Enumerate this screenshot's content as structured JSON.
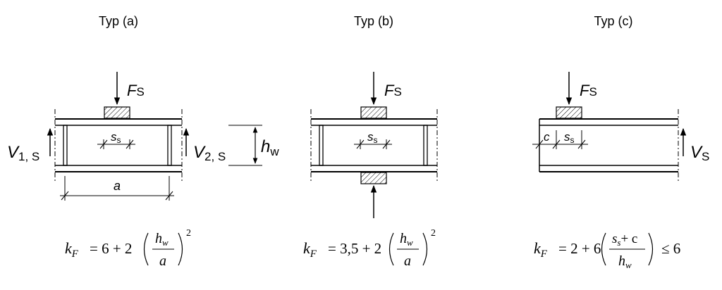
{
  "panels": [
    {
      "title": "Typ (a)",
      "load": {
        "sym": "F",
        "sub": "S"
      },
      "bearing_width": {
        "sym": "s",
        "sub": "s"
      },
      "shear_left": {
        "sym": "V",
        "sub": "1, S"
      },
      "shear_right": {
        "sym": "V",
        "sub": "2, S"
      },
      "web_height": {
        "sym": "h",
        "sub": "w"
      },
      "stiffener_spacing": "a",
      "formula": {
        "lhs": "k",
        "lhs_sub": "F",
        "prefix": "= 6 + 2",
        "num": "h",
        "num_sub": "w",
        "den": "a",
        "exp": "2"
      }
    },
    {
      "title": "Typ (b)",
      "load": {
        "sym": "F",
        "sub": "S"
      },
      "bearing_width": {
        "sym": "s",
        "sub": "s"
      },
      "formula": {
        "lhs": "k",
        "lhs_sub": "F",
        "prefix": "= 3,5 + 2",
        "num": "h",
        "num_sub": "w",
        "den": "a",
        "exp": "2"
      }
    },
    {
      "title": "Typ (c)",
      "load": {
        "sym": "F",
        "sub": "S"
      },
      "bearing_width": {
        "sym": "s",
        "sub": "s"
      },
      "end_distance": "c",
      "shear_end": {
        "sym": "V",
        "sub": "S"
      },
      "formula": {
        "lhs": "k",
        "lhs_sub": "F",
        "prefix": "= 2 + 6",
        "num_a": "s",
        "num_a_sub": "s",
        "num_plus": "+ c",
        "den": "h",
        "den_sub": "w",
        "suffix": "≤ 6"
      }
    }
  ]
}
